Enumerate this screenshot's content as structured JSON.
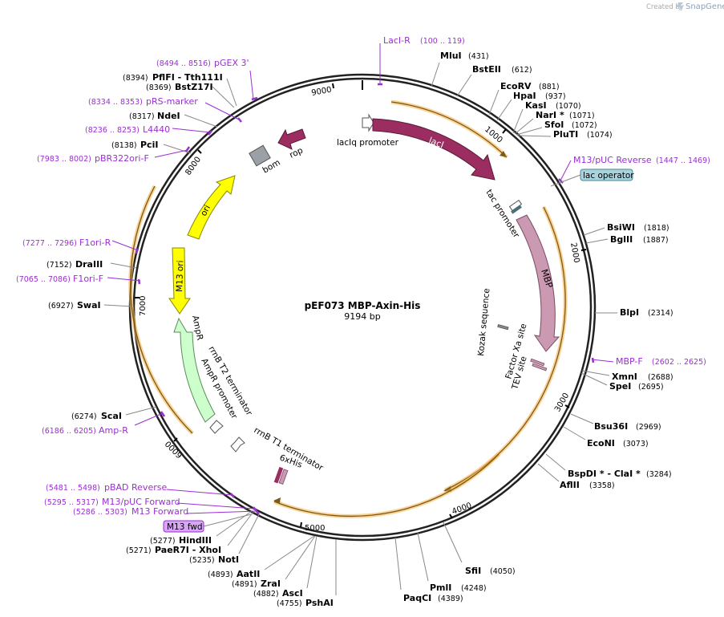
{
  "brand": {
    "created_by": "Created by",
    "logo_text": "SnapGene"
  },
  "plasmid": {
    "name": "pEF073 MBP-Axin-His",
    "length_label": "9194 bp"
  },
  "ticks": [
    "1000",
    "2000",
    "3000",
    "4000",
    "5000",
    "6000",
    "7000",
    "8000",
    "9000"
  ],
  "sites": [
    {
      "name": "MluI",
      "pos": "(431)"
    },
    {
      "name": "BstEII",
      "pos": "(612)"
    },
    {
      "name": "EcoRV",
      "pos": "(881)"
    },
    {
      "name": "HpaI",
      "pos": "(937)"
    },
    {
      "name": "KasI",
      "pos": "(1070)"
    },
    {
      "name": "NarI *",
      "pos": "(1071)"
    },
    {
      "name": "SfoI",
      "pos": "(1072)"
    },
    {
      "name": "PluTI",
      "pos": "(1074)"
    },
    {
      "name": "BsiWI",
      "pos": "(1818)"
    },
    {
      "name": "BglII",
      "pos": "(1887)"
    },
    {
      "name": "BlpI",
      "pos": "(2314)"
    },
    {
      "name": "XmnI",
      "pos": "(2688)"
    },
    {
      "name": "SpeI",
      "pos": "(2695)"
    },
    {
      "name": "Bsu36I",
      "pos": "(2969)"
    },
    {
      "name": "EcoNI",
      "pos": "(3073)"
    },
    {
      "name": "BspDI *  -  ClaI *",
      "pos": "(3284)"
    },
    {
      "name": "AflII",
      "pos": "(3358)"
    },
    {
      "name": "SfiI",
      "pos": "(4050)"
    },
    {
      "name": "PmlI",
      "pos": "(4248)"
    },
    {
      "name": "PaqCI",
      "pos": "(4389)"
    },
    {
      "name": "PshAI",
      "pos": "(4755)"
    },
    {
      "name": "AscI",
      "pos": "(4882)"
    },
    {
      "name": "ZraI",
      "pos": "(4891)"
    },
    {
      "name": "AatII",
      "pos": "(4893)"
    },
    {
      "name": "NotI",
      "pos": "(5235)"
    },
    {
      "name": "PaeR7I  -  XhoI",
      "pos": "(5271)"
    },
    {
      "name": "HindIII",
      "pos": "(5277)"
    },
    {
      "name": "ScaI",
      "pos": "(6274)"
    },
    {
      "name": "SwaI",
      "pos": "(6927)"
    },
    {
      "name": "DraIII",
      "pos": "(7152)"
    },
    {
      "name": "PciI",
      "pos": "(8138)"
    },
    {
      "name": "NdeI",
      "pos": "(8317)"
    },
    {
      "name": "BstZ17I",
      "pos": "(8369)"
    },
    {
      "name": "PflFI  -  Tth111I",
      "pos": "(8394)"
    }
  ],
  "primers": [
    {
      "name": "LacI-R",
      "pos": "(100 .. 119)"
    },
    {
      "name": "M13/pUC Reverse",
      "pos": "(1447 .. 1469)"
    },
    {
      "name": "MBP-F",
      "pos": "(2602 .. 2625)"
    },
    {
      "name": "Amp-R",
      "pos": "(6186 .. 6205)"
    },
    {
      "name": "F1ori-F",
      "pos": "(7065 .. 7086)"
    },
    {
      "name": "F1ori-R",
      "pos": "(7277 .. 7296)"
    },
    {
      "name": "pBR322ori-F",
      "pos": "(7983 .. 8002)"
    },
    {
      "name": "L4440",
      "pos": "(8236 .. 8253)"
    },
    {
      "name": "pRS-marker",
      "pos": "(8334 .. 8353)"
    },
    {
      "name": "pGEX 3'",
      "pos": "(8494 .. 8516)"
    },
    {
      "name": "pBAD Reverse",
      "pos": "(5481 .. 5498)"
    },
    {
      "name": "M13/pUC Forward",
      "pos": "(5295 .. 5317)"
    },
    {
      "name": "M13 Forward",
      "pos": "(5286 .. 5303)"
    }
  ],
  "boxed_features": {
    "lac_operator": "lac operator",
    "m13_fwd": "M13 fwd"
  },
  "features": {
    "lacIq_promoter": "lacIq promoter",
    "lacI": "lacI",
    "tac_promoter": "tac promoter",
    "MBP": "MBP",
    "kozak": "Kozak sequence",
    "factor_xa": "Factor Xa site",
    "tev": "TEV site",
    "six_his": "6xHis",
    "rrnB_T1": "rrnB T1 terminator",
    "rrnB_T2": "rrnB T2 terminator",
    "ampR_promoter": "AmpR promoter",
    "ampR": "AmpR",
    "m13_ori": "M13 ori",
    "ori": "ori",
    "bom": "bom",
    "rop": "rop"
  },
  "colors": {
    "lacI": "#9b2d61",
    "MBP": "#cc99b3",
    "ori": "#ffff00",
    "ampR": "#ccffcc",
    "orf": "#f7b44c",
    "primer": "#9a2fd2",
    "lac_operator_bg": "#a9d4dd",
    "m13_fwd_bg": "#d7a7f5",
    "bom": "#9aa0a6",
    "rop": "#9b2d61"
  }
}
